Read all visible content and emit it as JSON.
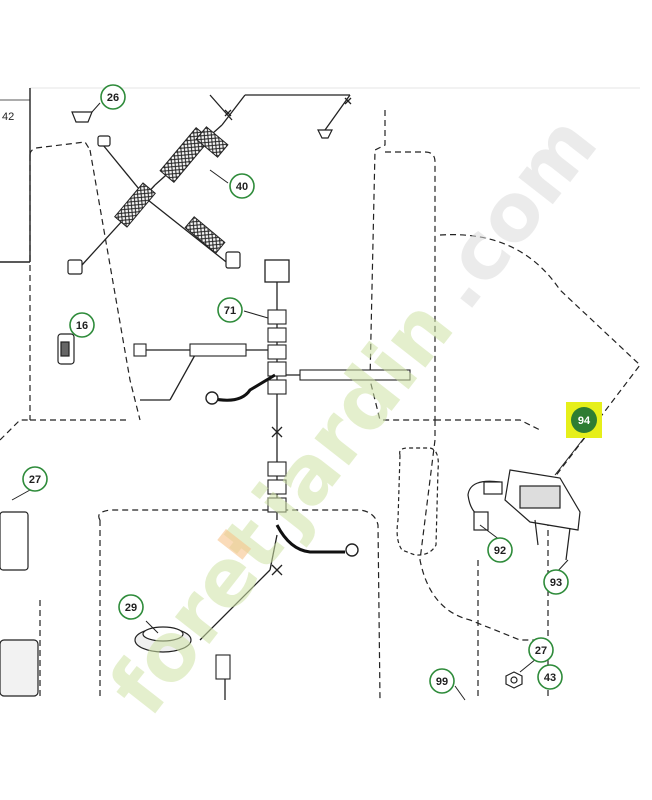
{
  "diagram": {
    "edge_number": "42",
    "callouts": [
      {
        "id": "26",
        "label": "26"
      },
      {
        "id": "40",
        "label": "40"
      },
      {
        "id": "16",
        "label": "16"
      },
      {
        "id": "71",
        "label": "71"
      },
      {
        "id": "27a",
        "label": "27"
      },
      {
        "id": "94",
        "label": "94",
        "highlighted": true
      },
      {
        "id": "92",
        "label": "92"
      },
      {
        "id": "93",
        "label": "93"
      },
      {
        "id": "29",
        "label": "29"
      },
      {
        "id": "27b",
        "label": "27"
      },
      {
        "id": "43",
        "label": "43"
      },
      {
        "id": "99",
        "label": "99"
      }
    ],
    "colors": {
      "callout_ring": "#2e8b3a",
      "highlight_fill": "#2e7d32",
      "highlight_box": "#e6ef1a",
      "line": "#222222"
    }
  },
  "watermark": {
    "part1": "foret",
    "part2": "jardin",
    "part3": ".com",
    "colors": {
      "part1": "#cfe3a6",
      "accent": "#f6c38b",
      "part2": "#cfe3a6"
    }
  }
}
